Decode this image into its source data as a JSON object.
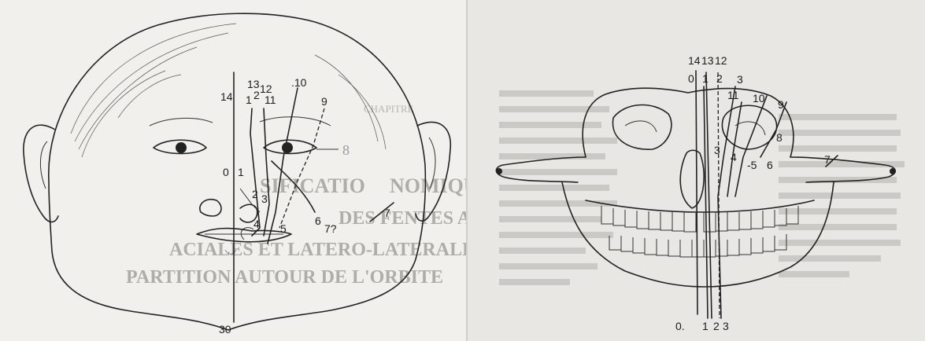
{
  "left_figure": {
    "labels": {
      "midline": "14",
      "n13": "13",
      "n12": "12",
      "n1": "1",
      "n2": "2",
      "n11": "11",
      "n10": ".10",
      "n9": "9",
      "n8": "8",
      "n0": "0",
      "n1b": "1",
      "n7": "7",
      "n6": "6",
      "n2b": "2",
      "n3": "3",
      "n4": "4",
      "n5": "5",
      "n7q": "7?",
      "chin": "30"
    },
    "ghost_text": {
      "line1": "SIFICATIO",
      "line1b": "NOMIQUE",
      "line2": "DES FENTES ATY",
      "line3": "ACIALES ET LATERO-LATERALES",
      "line4": "PARTITION AUTOUR DE L'ORBITE",
      "chapter": "CHAPITRE"
    }
  },
  "right_figure": {
    "labels": {
      "t14": "14",
      "t13": "13",
      "t12": "12",
      "t0": "0",
      "t1": "1",
      "t2": "2",
      "t3": "3",
      "t11": "11",
      "t10": "10",
      "t9": "9",
      "t8": "8",
      "m3": "3",
      "m4": "4",
      "m5": "-5",
      "m6": "6",
      "m7": "7",
      "b0": "0.",
      "b1": "1",
      "b2": "2",
      "b3": "3"
    }
  }
}
